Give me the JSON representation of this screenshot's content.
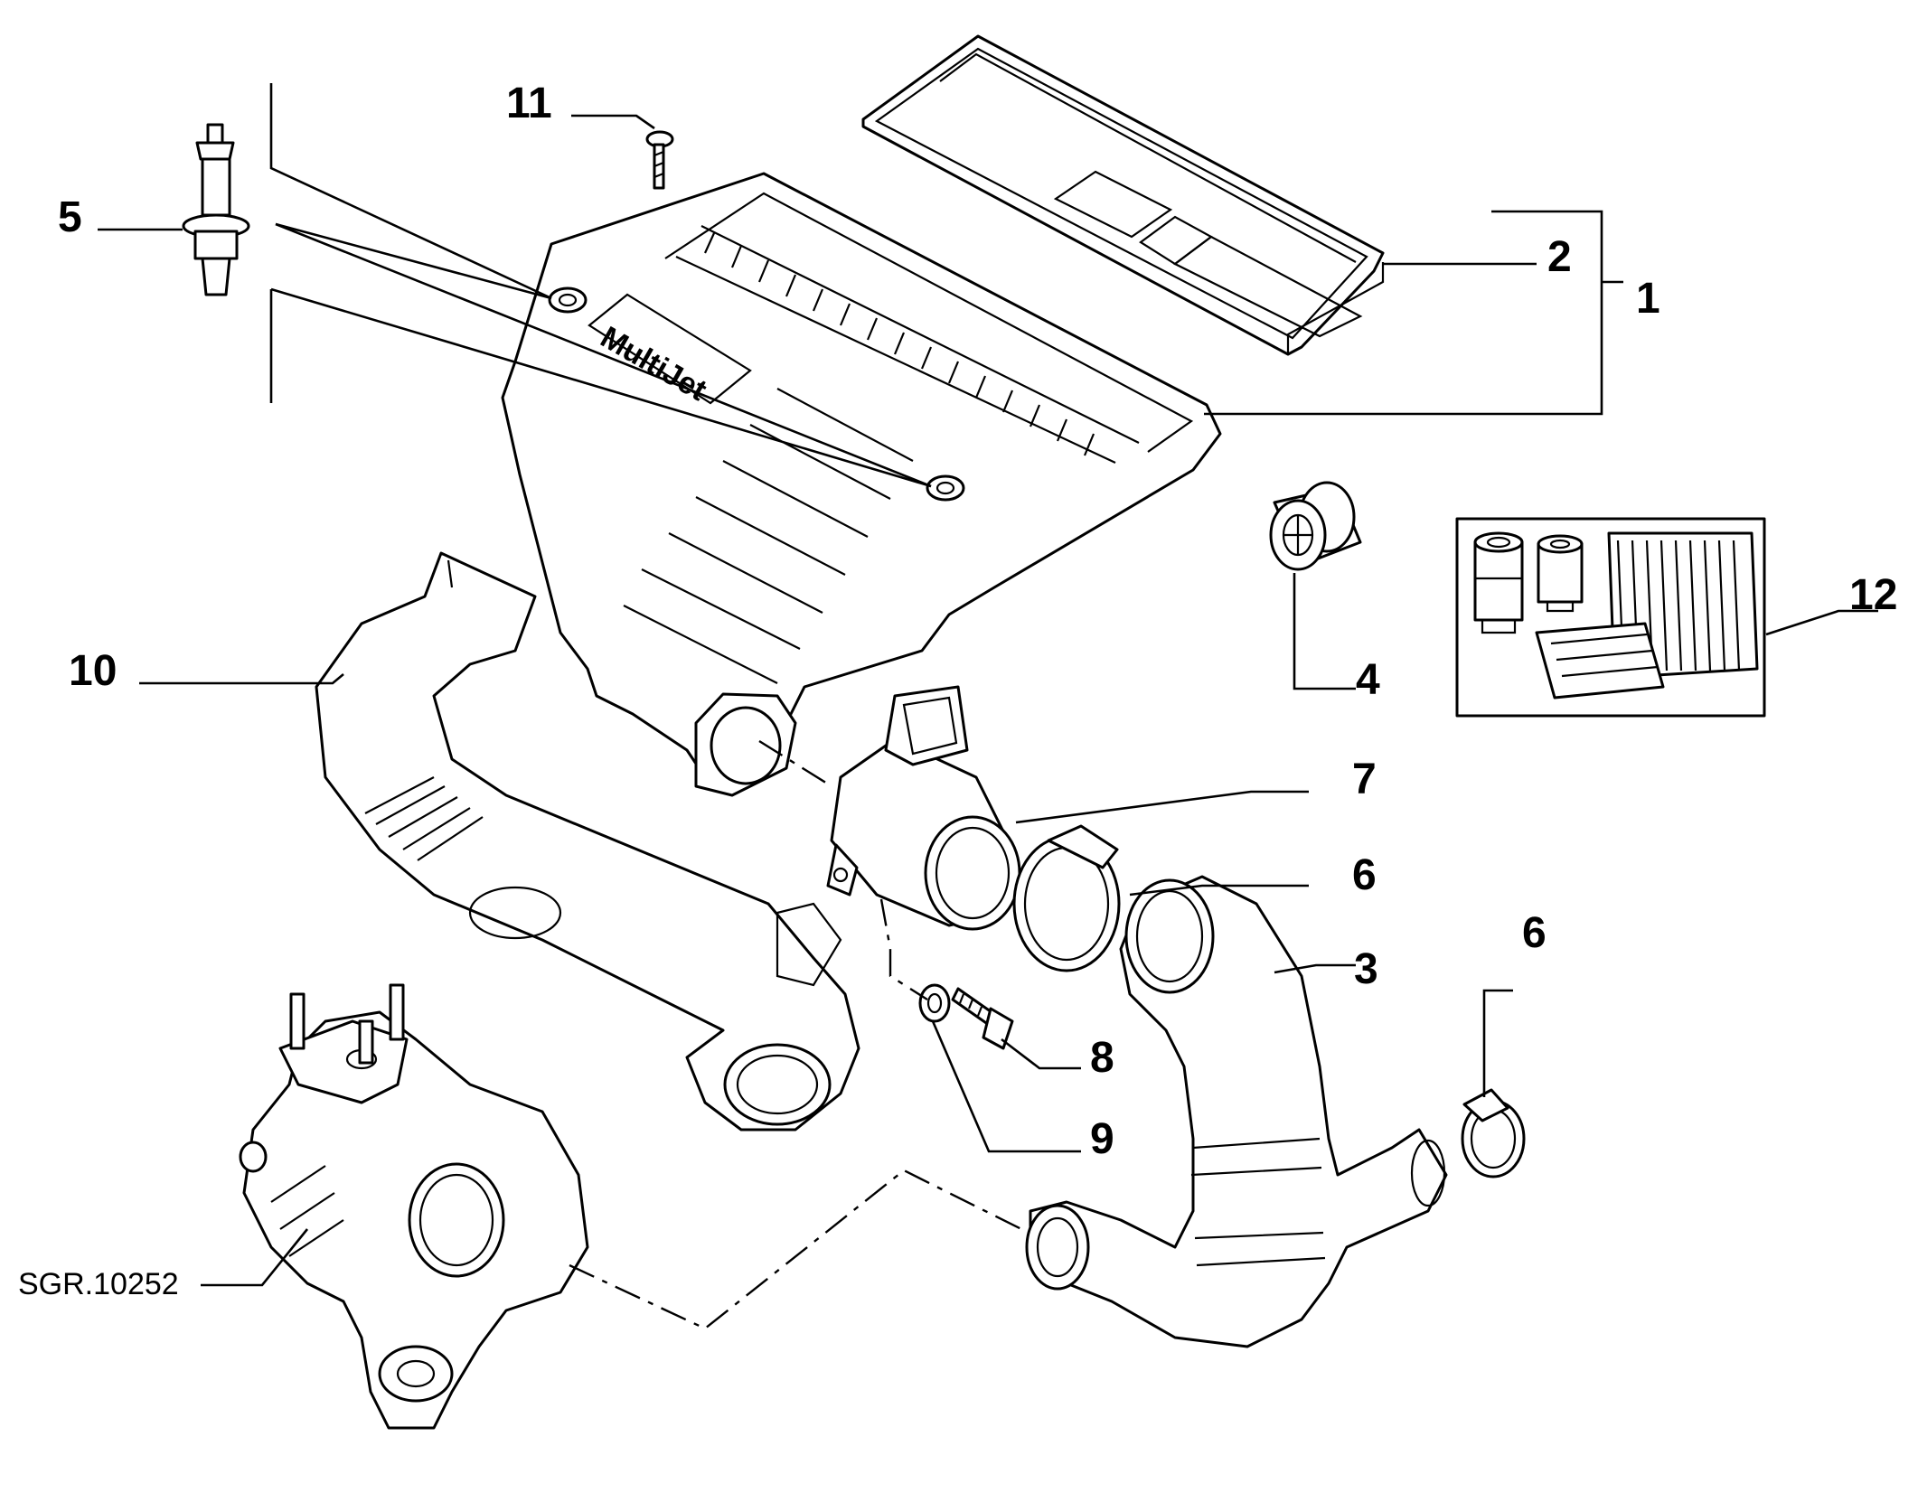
{
  "diagram": {
    "code": "SGR.10252",
    "callouts": [
      "1",
      "2",
      "3",
      "4",
      "5",
      "6",
      "6",
      "7",
      "8",
      "9",
      "10",
      "11",
      "12"
    ],
    "brand_text": "MultiJet"
  }
}
